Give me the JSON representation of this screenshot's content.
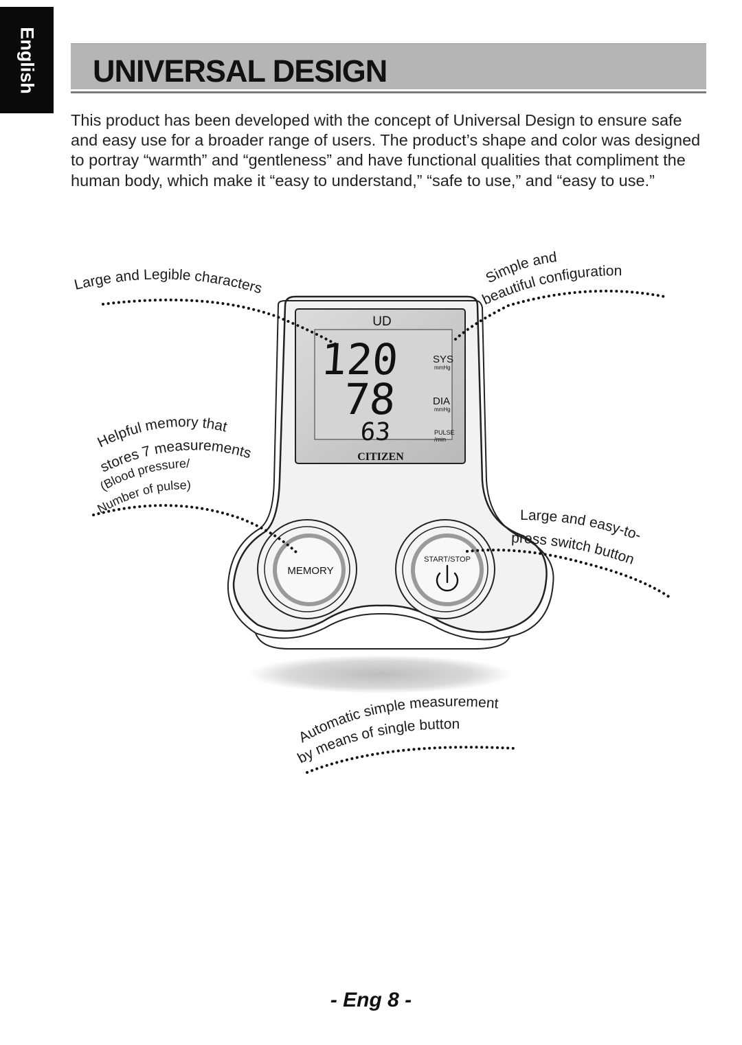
{
  "sidebar": {
    "language": "English"
  },
  "section": {
    "title": "UNIVERSAL DESIGN"
  },
  "intro": "This product has been developed with the concept of Universal Design to ensure safe and easy use for a broader range of users. The product’s shape and color was designed to portray “warmth” and “gentleness” and have functional qualities that compliment the human body, which make it “easy to understand,” “safe to use,” and “easy to use.”",
  "callouts": {
    "legible": "Large and Legible characters",
    "simple_line1": "Simple and",
    "simple_line2": "beautiful configuration",
    "memory_line1": "Helpful memory that",
    "memory_line2": "stores 7 measurements",
    "memory_line3": "(Blood pressure/",
    "memory_line4": "Number of pulse)",
    "button_line1": "Large and easy-to-",
    "button_line2": "press switch button",
    "auto_line1": "Automatic simple measurement",
    "auto_line2": "by means of single button"
  },
  "device": {
    "logo": "UD",
    "systolic": "120",
    "systolic_label": "SYS",
    "systolic_unit": "mmHg",
    "diastolic": "78",
    "diastolic_label": "DIA",
    "diastolic_unit": "mmHg",
    "pulse": "63",
    "pulse_label": "PULSE",
    "pulse_unit": "/min",
    "brand": "CITIZEN",
    "memory_button": "MEMORY",
    "start_button": "START/STOP"
  },
  "footer": {
    "page": "- Eng 8 -"
  },
  "colors": {
    "title_bar": "#b5b5b5",
    "tab": "#0a0a0a",
    "lcd": "#c8c8c8"
  }
}
